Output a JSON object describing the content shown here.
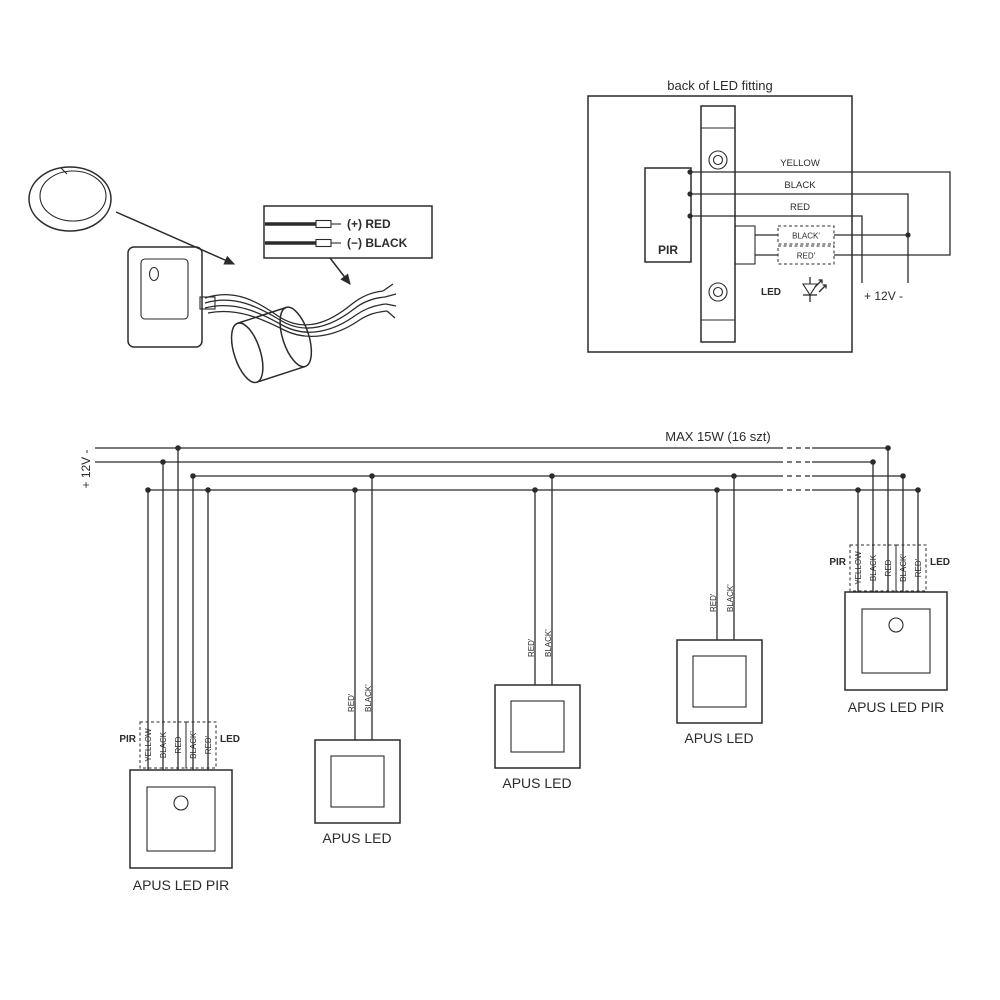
{
  "colors": {
    "ink": "#2b2b2b",
    "bg": "#ffffff"
  },
  "cable_callout": {
    "positive": "(+) RED",
    "negative": "(−) BLACK"
  },
  "fitting_detail": {
    "title": "back of LED fitting",
    "pir": "PIR",
    "led": "LED",
    "wire_yellow": "YELLOW",
    "wire_black": "BLACK",
    "wire_red": "RED",
    "wire_black_prime": "BLACK'",
    "wire_red_prime": "RED'",
    "supply": "+ 12V -"
  },
  "bus": {
    "supply": "+ 12V -",
    "max_load": "MAX 15W (16 szt)"
  },
  "fixtures": {
    "pir_left": {
      "label": "APUS LED PIR",
      "pir": "PIR",
      "led": "LED",
      "wires": [
        "YELLOW",
        "BLACK",
        "RED",
        "BLACK'",
        "RED'"
      ]
    },
    "led1": {
      "label": "APUS LED",
      "wires": [
        "RED'",
        "BLACK'"
      ]
    },
    "led2": {
      "label": "APUS LED",
      "wires": [
        "RED'",
        "BLACK'"
      ]
    },
    "led3": {
      "label": "APUS LED",
      "wires": [
        "RED'",
        "BLACK'"
      ]
    },
    "pir_right": {
      "label": "APUS LED PIR",
      "pir": "PIR",
      "led": "LED",
      "wires": [
        "YELLOW",
        "BLACK",
        "RED",
        "BLACK'",
        "RED'"
      ]
    }
  }
}
